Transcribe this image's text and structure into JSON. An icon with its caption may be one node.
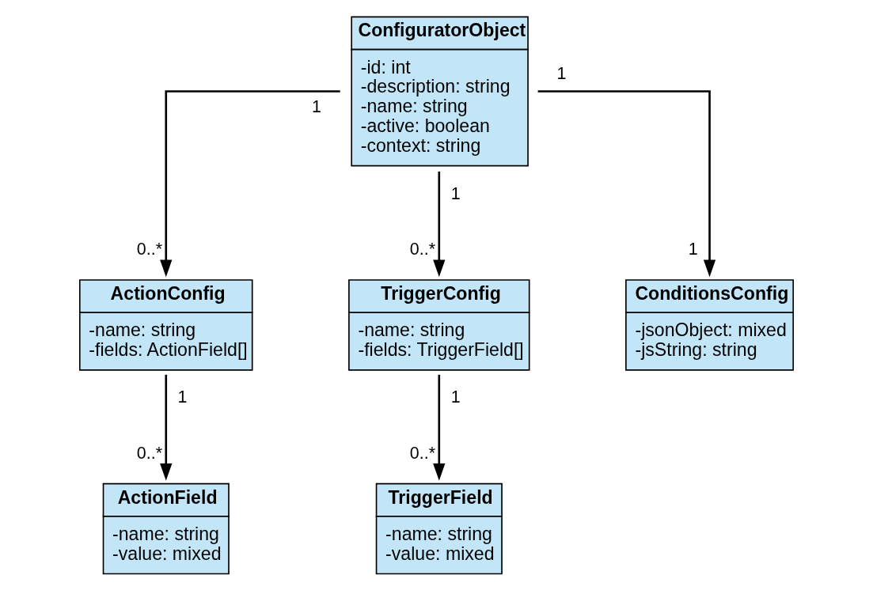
{
  "diagram": {
    "nodes": [
      {
        "text": [
          "ConfiguratorObject",
          "-id: int",
          "-description: string",
          "-name: string",
          "-active: boolean",
          "-context: string"
        ]
      },
      {
        "text": [
          "ActionConfig",
          "-name: string",
          "-fields: ActionField[]"
        ]
      },
      {
        "text": [
          "TriggerConfig",
          "-name: string",
          "-fields: TriggerField[]"
        ]
      },
      {
        "text": [
          "ConditionsConfig",
          "-jsonObject: mixed",
          "-jsString: string"
        ]
      },
      {
        "text": [
          "ActionField",
          "-name: string",
          "-value: mixed"
        ]
      },
      {
        "text": [
          "TriggerField",
          "-name: string",
          "-value: mixed"
        ]
      }
    ],
    "edges": [
      {
        "from": 0,
        "to": 1,
        "arrow": "to"
      },
      {
        "from": 0,
        "to": 2,
        "arrow": "to"
      },
      {
        "from": 0,
        "to": 3,
        "arrow": "to"
      },
      {
        "from": 1,
        "to": 4,
        "arrow": "to"
      },
      {
        "from": 2,
        "to": 5,
        "arrow": "to"
      }
    ],
    "labels": [
      "1",
      "1",
      "1",
      "0..*",
      "0..*",
      "1",
      "1",
      "1",
      "0..*",
      "0..*"
    ]
  }
}
